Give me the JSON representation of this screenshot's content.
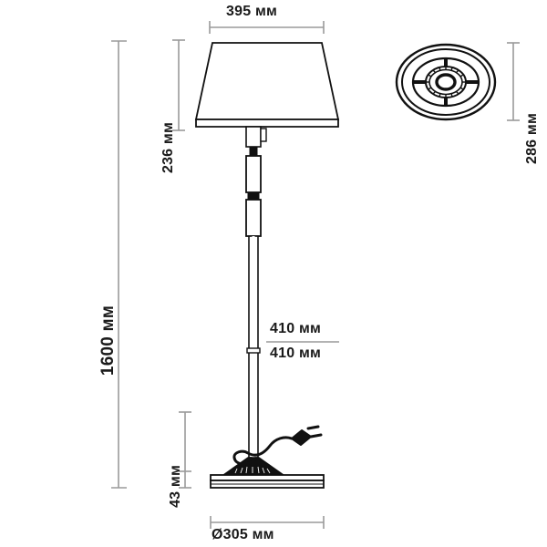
{
  "drawing": {
    "title": "Floor lamp technical dimension drawing",
    "unit": "мм",
    "views": {
      "front": "front-elevation",
      "top": "top-view-shade"
    },
    "colors": {
      "outline": "#111111",
      "dimension_line": "#9a9a9a",
      "label_text": "#1a1a1a",
      "background": "#ffffff",
      "fill": "#ffffff"
    }
  },
  "dimensions": {
    "shade_width": "395 мм",
    "shade_height": "236 мм",
    "total_height": "1600 мм",
    "mid_upper": "410 мм",
    "mid_lower": "410 мм",
    "base_height": "43 мм",
    "base_diameter": "Ø305 мм",
    "top_view_depth": "286 мм"
  }
}
